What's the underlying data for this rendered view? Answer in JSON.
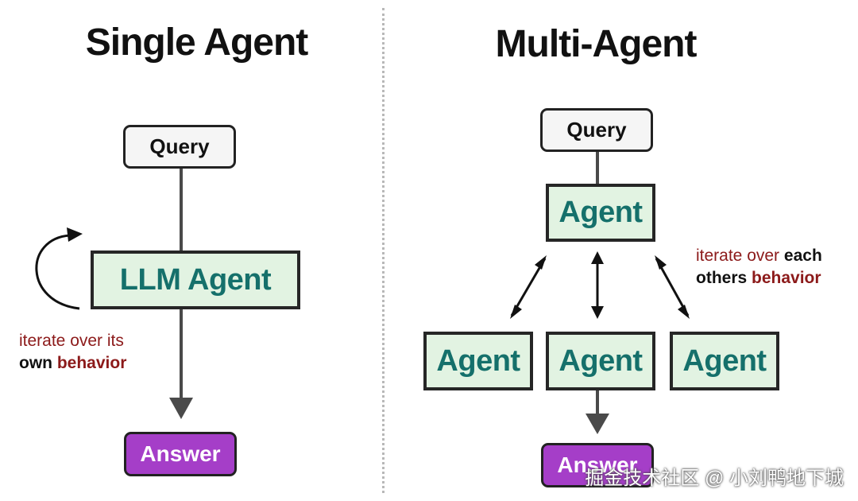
{
  "single": {
    "title": "Single Agent",
    "query_label": "Query",
    "agent_label": "LLM Agent",
    "answer_label": "Answer",
    "note": {
      "line1": "iterate over its",
      "line2_a": "own",
      "line2_b": "behavior"
    }
  },
  "multi": {
    "title": "Multi-Agent",
    "query_label": "Query",
    "top_agent_label": "Agent",
    "agents": [
      {
        "label": "Agent"
      },
      {
        "label": "Agent"
      },
      {
        "label": "Agent"
      }
    ],
    "answer_label": "Answer",
    "note": {
      "line1_a": "iterate over",
      "line1_b": "each",
      "line2_a": "others",
      "line2_b": "behavior"
    }
  },
  "watermark": "掘金技术社区 @ 小刘鸭地下城",
  "colors": {
    "agent_fill": "#e2f3e2",
    "agent_text": "#15706b",
    "answer_fill": "#a53ec8",
    "note_red": "#8c1a1a",
    "query_fill": "#f5f5f5"
  }
}
